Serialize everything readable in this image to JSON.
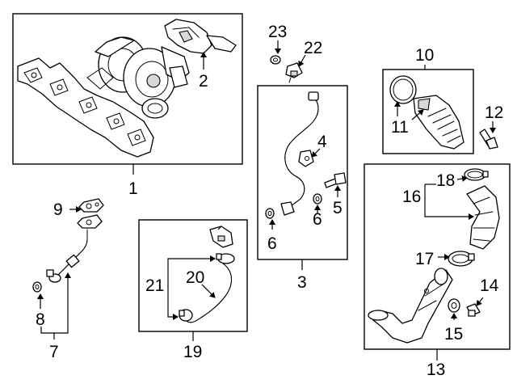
{
  "callouts": {
    "c1": "1",
    "c2": "2",
    "c3": "3",
    "c4": "4",
    "c5": "5",
    "c6a": "6",
    "c6b": "6",
    "c7": "7",
    "c8": "8",
    "c9": "9",
    "c10": "10",
    "c11": "11",
    "c12": "12",
    "c13": "13",
    "c14": "14",
    "c15": "15",
    "c16": "16",
    "c17": "17",
    "c18": "18",
    "c19": "19",
    "c20": "20",
    "c21": "21",
    "c22": "22",
    "c23": "23"
  }
}
